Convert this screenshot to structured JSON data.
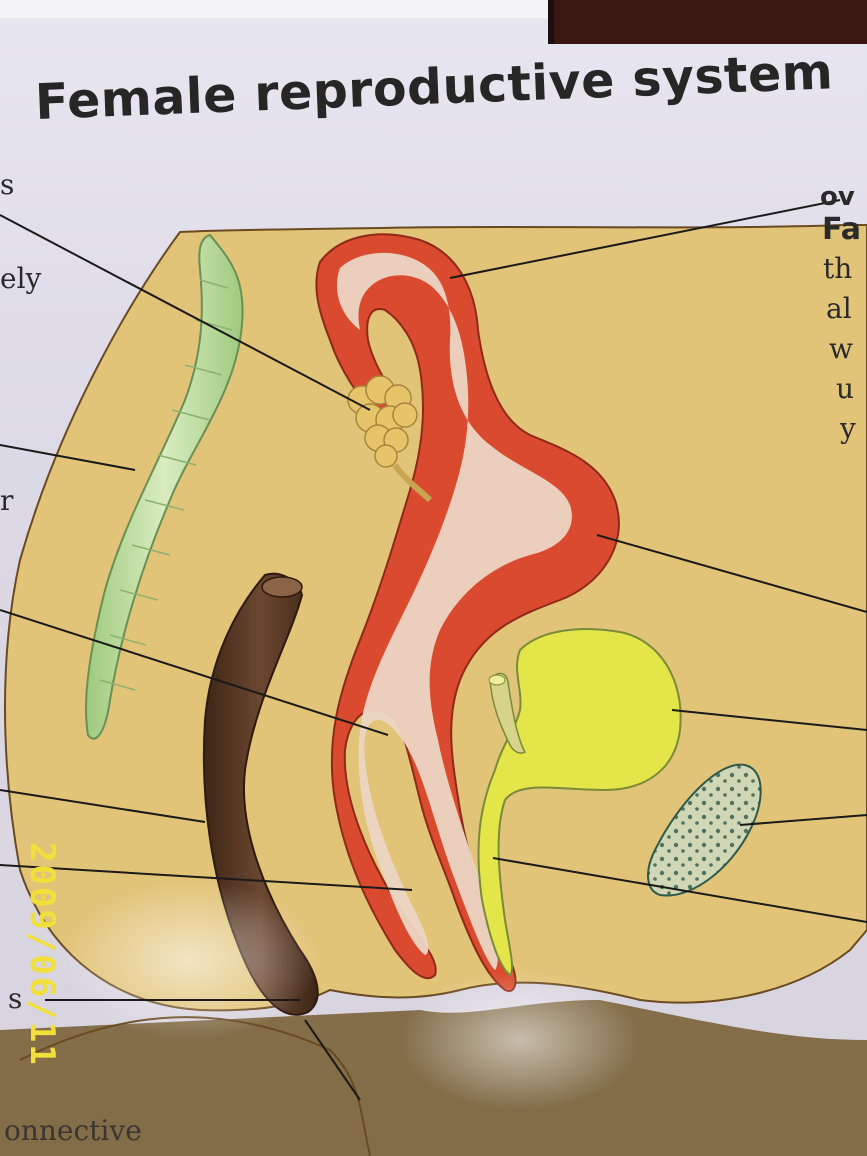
{
  "title": "Female reproductive system",
  "timestamp": "2009/06/11",
  "left_margin_fragments": [
    "s",
    "ely",
    "r",
    "s",
    "onnective"
  ],
  "right_margin_fragments": [
    "ov",
    "Fa",
    "th",
    "al",
    "w",
    "u",
    "y"
  ],
  "colors": {
    "poster_bg": "#dcd9e6",
    "body_tan": "#e2c479",
    "red_organ": "#d94a2e",
    "pale_lining": "#ecd6c4",
    "ovary": "#e6c46a",
    "bladder": "#e4e548",
    "ureter_green": "#b8d79a",
    "rectum": "#5e3c26",
    "stamp": "#f2e03a"
  }
}
